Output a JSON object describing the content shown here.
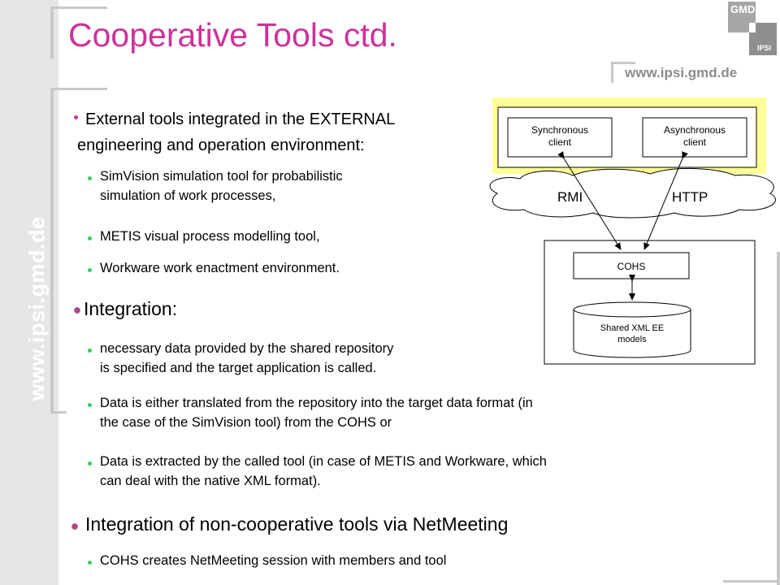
{
  "slide": {
    "title": "Cooperative Tools ctd.",
    "side_url": "www.ipsi.gmd.de",
    "header_url": "www.ipsi.gmd.de",
    "logo": {
      "top": "GMD",
      "bottom": "IPSI"
    },
    "colors": {
      "title": "#cc3399",
      "bullet_main": "#cc3399",
      "bullet_sub": "#33cc66",
      "highlight": "#ffff99"
    }
  },
  "bullets": {
    "b1_line1": "External tools integrated in the EXTERNAL",
    "b1_line2": "engineering and operation environment:",
    "s1_line1": "SimVision simulation tool for probabilistic",
    "s1_line2": "simulation of work processes,",
    "s2": "METIS visual process modelling tool,",
    "s3": "Workware work enactment environment.",
    "b2": "Integration:",
    "s4_line1": "necessary data provided by the shared repository",
    "s4_line2": "is specified and the target application is called.",
    "s5_line1": "Data is either translated from the repository into the target data format (in",
    "s5_line2": "the case of the SimVision tool) from the COHS or",
    "s6_line1": "Data is extracted by the called tool (in case of METIS and Workware, which",
    "s6_line2": "can deal with the native XML format).",
    "b3": "Integration of non-cooperative tools via NetMeeting",
    "s7": "COHS creates NetMeeting session with members and tool"
  },
  "diagram": {
    "sync_line1": "Synchronous",
    "sync_line2": "client",
    "async_line1": "Asynchronous",
    "async_line2": "client",
    "rmi": "RMI",
    "http": "HTTP",
    "cohs": "COHS",
    "db_line1": "Shared XML EE",
    "db_line2": "models"
  }
}
